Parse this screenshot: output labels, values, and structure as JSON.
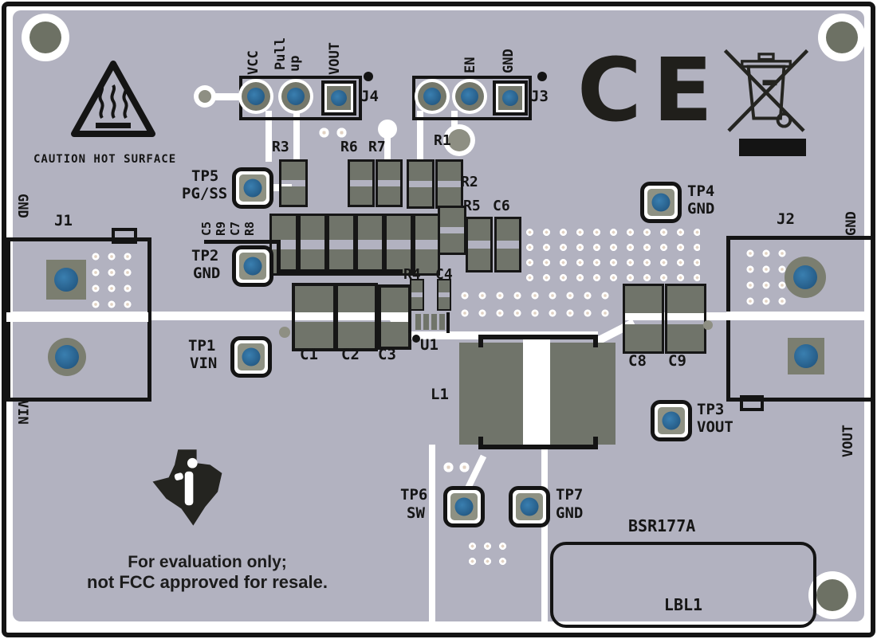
{
  "marks": {
    "ce": "CE"
  },
  "notices": {
    "caution": "CAUTION HOT SURFACE",
    "eval_line1": "For evaluation only;",
    "eval_line2": "not FCC approved for resale.",
    "board_id": "BSR177A",
    "label_box": "LBL1"
  },
  "connectors": {
    "j4": {
      "label": "J4",
      "pin1": "VCC",
      "pin2_line1": "Pull",
      "pin2_line2": "up",
      "pin3": "VOUT"
    },
    "j3": {
      "label": "J3",
      "pin1": "EN",
      "pin2": "GND"
    },
    "j1": {
      "label": "J1",
      "edge_top": "GND",
      "edge_bottom": "VIN"
    },
    "j2": {
      "label": "J2",
      "edge_top": "GND",
      "edge_bottom": "VOUT"
    }
  },
  "test_points": {
    "tp1": {
      "ref": "TP1",
      "net": "VIN"
    },
    "tp2": {
      "ref": "TP2",
      "net": "GND"
    },
    "tp3": {
      "ref": "TP3",
      "net": "VOUT"
    },
    "tp4": {
      "ref": "TP4",
      "net": "GND"
    },
    "tp5": {
      "ref": "TP5",
      "net": "PG/SS"
    },
    "tp6": {
      "ref": "TP6",
      "net": "SW"
    },
    "tp7": {
      "ref": "TP7",
      "net": "GND"
    }
  },
  "components": {
    "r1": "R1",
    "r2": "R2",
    "r3": "R3",
    "r4": "R4",
    "r5": "R5",
    "r6": "R6",
    "r7": "R7",
    "r8": "R8",
    "r9": "R9",
    "c1": "C1",
    "c2": "C2",
    "c3": "C3",
    "c4": "C4",
    "c5": "C5",
    "c6": "C6",
    "c7": "C7",
    "c8": "C8",
    "c9": "C9",
    "u1": "U1",
    "l1": "L1"
  },
  "colors": {
    "board": "#b2b2c0",
    "silkscreen": "#151515",
    "trace": "#ffffff",
    "pad": "#70746a",
    "drill_blue": "#2b6da0",
    "hole_gray": "#6d7164"
  }
}
